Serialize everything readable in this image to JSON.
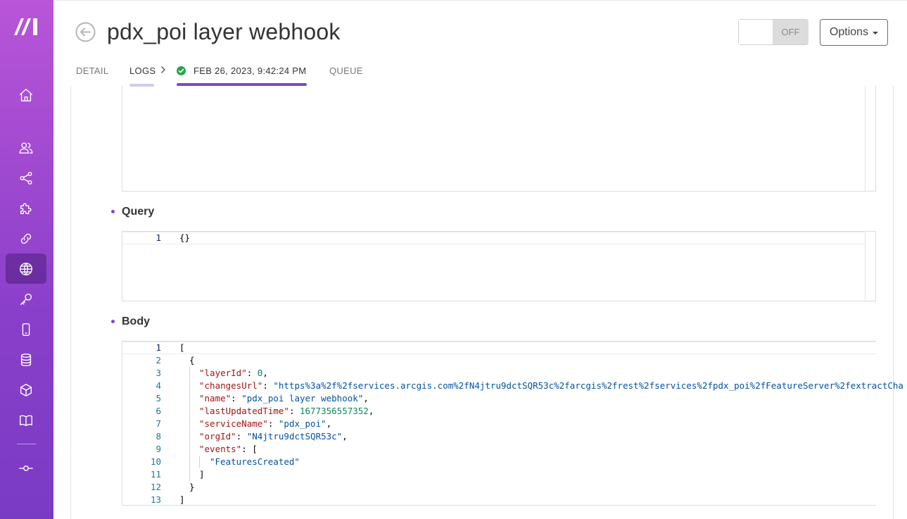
{
  "app": {
    "title": "pdx_poi layer webhook"
  },
  "sidebar": {
    "items": [
      {
        "name": "home-icon"
      },
      {
        "name": "users-icon"
      },
      {
        "name": "share-icon"
      },
      {
        "name": "puzzle-icon"
      },
      {
        "name": "link-icon"
      },
      {
        "name": "globe-icon",
        "active": true
      },
      {
        "name": "key-icon"
      },
      {
        "name": "mobile-icon"
      },
      {
        "name": "database-icon"
      },
      {
        "name": "cube-icon"
      },
      {
        "name": "book-icon"
      },
      {
        "name": "commit-icon"
      }
    ]
  },
  "header": {
    "toggle_label": "OFF",
    "options_label": "Options"
  },
  "tabs": {
    "detail": "DETAIL",
    "logs": "LOGS",
    "log_entry": "FEB 26, 2023, 9:42:24 PM",
    "queue": "QUEUE"
  },
  "colors": {
    "accent": "#7b4bbf",
    "logs_underline": "#d5c8ec",
    "success": "#28a745",
    "sidebar_top": "#b955d8",
    "sidebar_bottom": "#7a3bc4"
  },
  "sections": {
    "query_label": "Query",
    "body_label": "Body"
  },
  "query_editor": {
    "line_numbers": [
      "1"
    ],
    "lines": [
      "{}"
    ]
  },
  "body_editor": {
    "line_numbers": [
      "1",
      "2",
      "3",
      "4",
      "5",
      "6",
      "7",
      "8",
      "9",
      "10",
      "11",
      "12",
      "13"
    ],
    "tokens": {
      "open_bracket": "[",
      "open_brace": "{",
      "layerId_key": "\"layerId\"",
      "layerId_val": "0",
      "changesUrl_key": "\"changesUrl\"",
      "changesUrl_val": "\"https%3a%2f%2fservices.arcgis.com%2fN4jtru9dctSQR53c%2farcgis%2frest%2fservices%2fpdx_poi%2fFeatureServer%2fextractCha",
      "name_key": "\"name\"",
      "name_val": "\"pdx_poi layer webhook\"",
      "lastUpdatedTime_key": "\"lastUpdatedTime\"",
      "lastUpdatedTime_val": "1677356557352",
      "serviceName_key": "\"serviceName\"",
      "serviceName_val": "\"pdx_poi\"",
      "orgId_key": "\"orgId\"",
      "orgId_val": "\"N4jtru9dctSQR53c\"",
      "events_key": "\"events\"",
      "events_open": "[",
      "event_0": "\"FeaturesCreated\"",
      "events_close": "]",
      "close_brace": "}",
      "close_bracket": "]"
    }
  }
}
